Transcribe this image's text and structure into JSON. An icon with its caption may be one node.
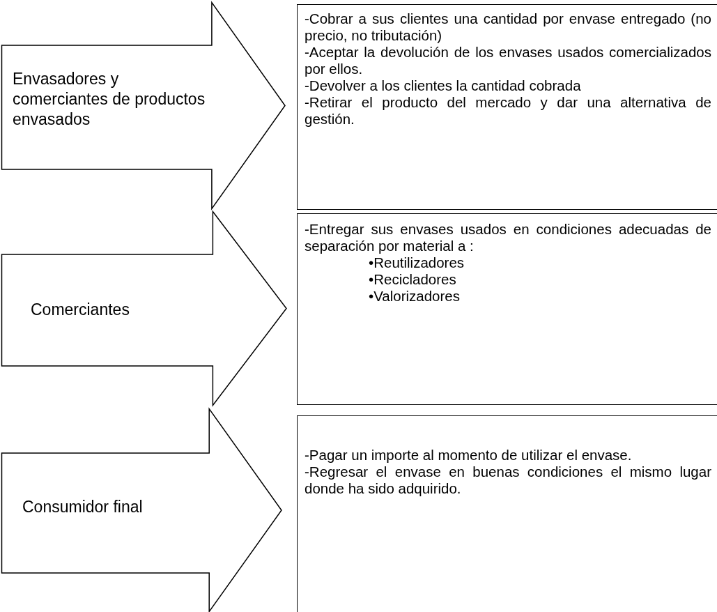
{
  "diagram": {
    "nodes": [
      {
        "text": [
          "Envasadores y comerciantes de productos envasados"
        ]
      },
      {
        "text": [
          "-Cobrar a sus clientes una cantidad por envase entregado (no precio, no tributación)",
          "-Aceptar la devolución de los envases usados comercializados por ellos.",
          "-Devolver a los clientes la cantidad cobrada",
          "-Retirar el producto del mercado y dar una alternativa de gestión."
        ]
      },
      {
        "text": [
          "Comerciantes"
        ]
      },
      {
        "text": [
          "-Entregar sus envases usados en condiciones adecuadas de separación por material a :",
          "•Reutilizadores",
          "•Recicladores",
          "•Valorizadores"
        ]
      },
      {
        "text": [
          "Consumidor final"
        ]
      },
      {
        "text": [
          "-Pagar un importe al momento de utilizar el envase.",
          "-Regresar el envase en buenas condiciones el mismo lugar donde ha sido adquirido."
        ]
      }
    ],
    "edges": []
  }
}
